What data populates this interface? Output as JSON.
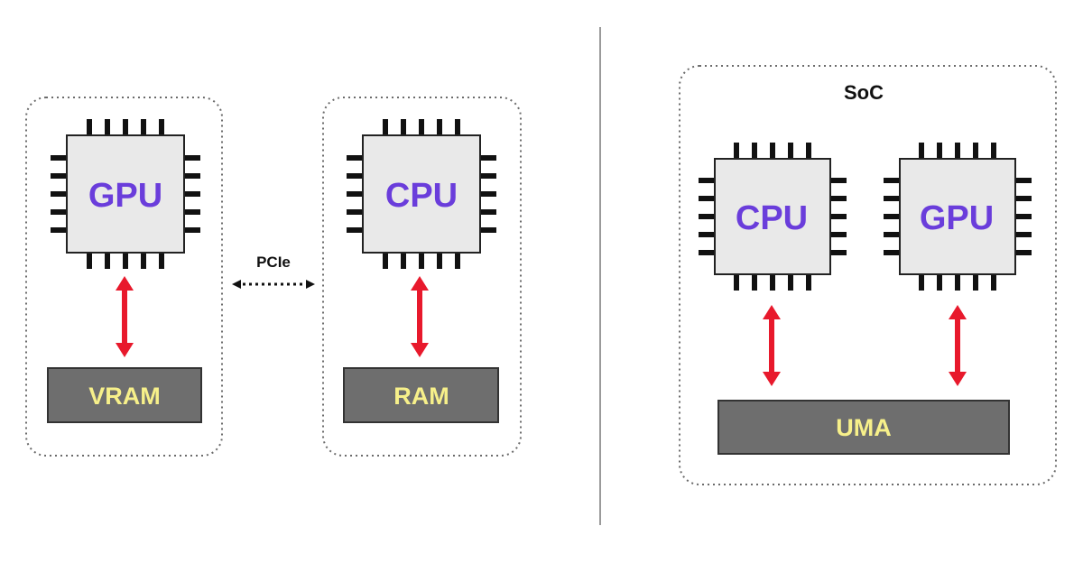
{
  "left": {
    "gpu_label": "GPU",
    "vram_label": "VRAM",
    "cpu_label": "CPU",
    "ram_label": "RAM",
    "link_label": "PCIe"
  },
  "right": {
    "soc_label": "SoC",
    "cpu_label": "CPU",
    "gpu_label": "GPU",
    "uma_label": "UMA"
  },
  "colors": {
    "chip_text": "#6a3ddb",
    "chip_fill": "#e9e9e9",
    "memory_fill": "#6e6e6e",
    "memory_text": "#f7f08a",
    "arrow": "#e8192c",
    "pin": "#111111"
  }
}
